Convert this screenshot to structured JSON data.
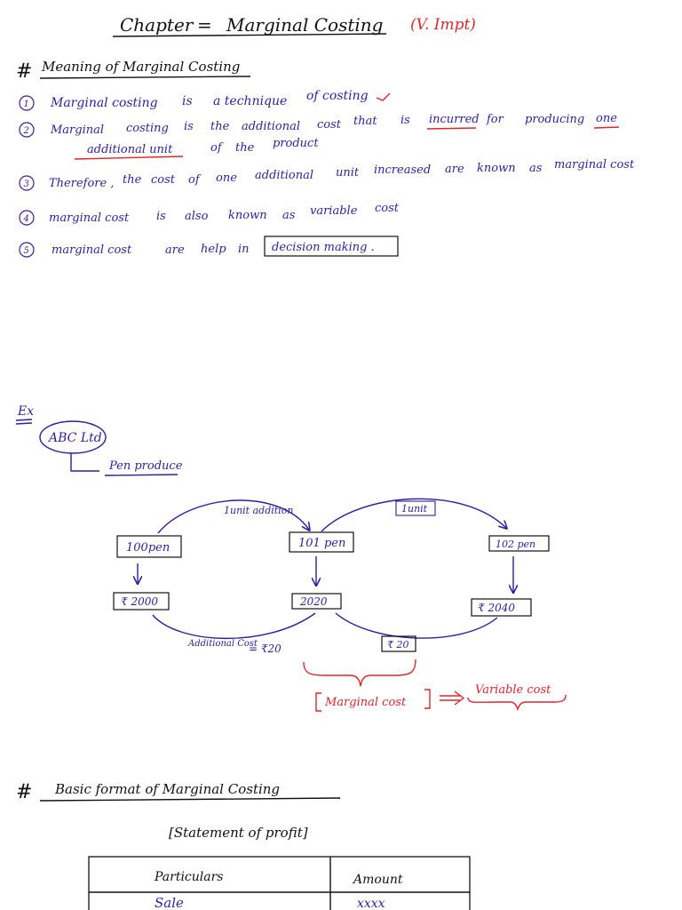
{
  "title": {
    "chapter": "Chapter",
    "equals": "=",
    "subject": "Marginal Costing",
    "importance": "(V. Impt)"
  },
  "section1": {
    "hash": "#",
    "heading": "Meaning of Marginal Costing"
  },
  "points": [
    {
      "num": "1",
      "line1": [
        "Marginal costing",
        "is",
        "a technique",
        "of costing"
      ]
    },
    {
      "num": "2",
      "line1": [
        "Marginal",
        "costing",
        "is",
        "the",
        "additional",
        "cost",
        "that",
        "is",
        "incurred",
        "for",
        "producing",
        "one"
      ],
      "line2": [
        "additional unit",
        "of",
        "the",
        "product"
      ]
    },
    {
      "num": "3",
      "line1": [
        "Therefore ,",
        "the",
        "cost",
        "of",
        "one",
        "additional",
        "unit",
        "increased",
        "are",
        "known",
        "as",
        "marginal cost"
      ]
    },
    {
      "num": "4",
      "line1": [
        "marginal cost",
        "is",
        "also",
        "known",
        "as",
        "variable",
        "cost"
      ]
    },
    {
      "num": "5",
      "line1": [
        "marginal cost",
        "are",
        "help",
        "in"
      ],
      "boxed": "decision making ."
    }
  ],
  "example": {
    "label": "Ex",
    "company": "ABC Ltd",
    "activity": "Pen produce",
    "nodes": {
      "n1": "100pen",
      "n2": "101 pen",
      "n3": "102 pen",
      "c1": "₹ 2000",
      "c2": "2020",
      "c3": "₹ 2040"
    },
    "arc1_label": "1unit addition",
    "arc2_label": "1unit",
    "additional_label": "Additional Cost",
    "additional_value": "= ₹20",
    "second_diff": "₹ 20",
    "marginal_box": "Marginal cost",
    "variable_label": "Variable cost"
  },
  "section2": {
    "hash": "#",
    "heading": "Basic format of Marginal Costing",
    "subtitle": "[Statement of profit]"
  },
  "table": {
    "headers": [
      "Particulars",
      "Amount"
    ],
    "rows": [
      [
        "Sale",
        "xxxx"
      ]
    ]
  },
  "colors": {
    "black_ink": "#111111",
    "blue_ink": "#2b1fa3",
    "red_ink": "#e0242a"
  }
}
